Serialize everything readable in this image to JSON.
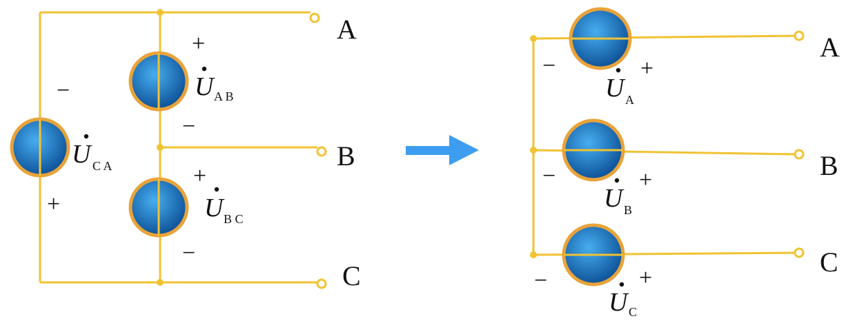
{
  "colors": {
    "wire": "#f1c232",
    "source_ring": "#e8a33a",
    "source_fill_center": "#47aef0",
    "source_fill_edge": "#0b4d94",
    "arrow": "#3d9df0"
  },
  "delta": {
    "terminals": [
      "A",
      "B",
      "C"
    ],
    "sources": [
      {
        "symbol": "U",
        "subscript": "A B",
        "plus": "+",
        "minus": "−"
      },
      {
        "symbol": "U",
        "subscript": "B C",
        "plus": "+",
        "minus": "−"
      },
      {
        "symbol": "U",
        "subscript": "C A",
        "plus": "+",
        "minus": "−"
      }
    ]
  },
  "arrow_icon": "right-arrow",
  "wye": {
    "terminals": [
      "A",
      "B",
      "C"
    ],
    "sources": [
      {
        "symbol": "U",
        "subscript": "A",
        "plus": "+",
        "minus": "−"
      },
      {
        "symbol": "U",
        "subscript": "B",
        "plus": "+",
        "minus": "−"
      },
      {
        "symbol": "U",
        "subscript": "C",
        "plus": "+",
        "minus": "−"
      }
    ]
  }
}
